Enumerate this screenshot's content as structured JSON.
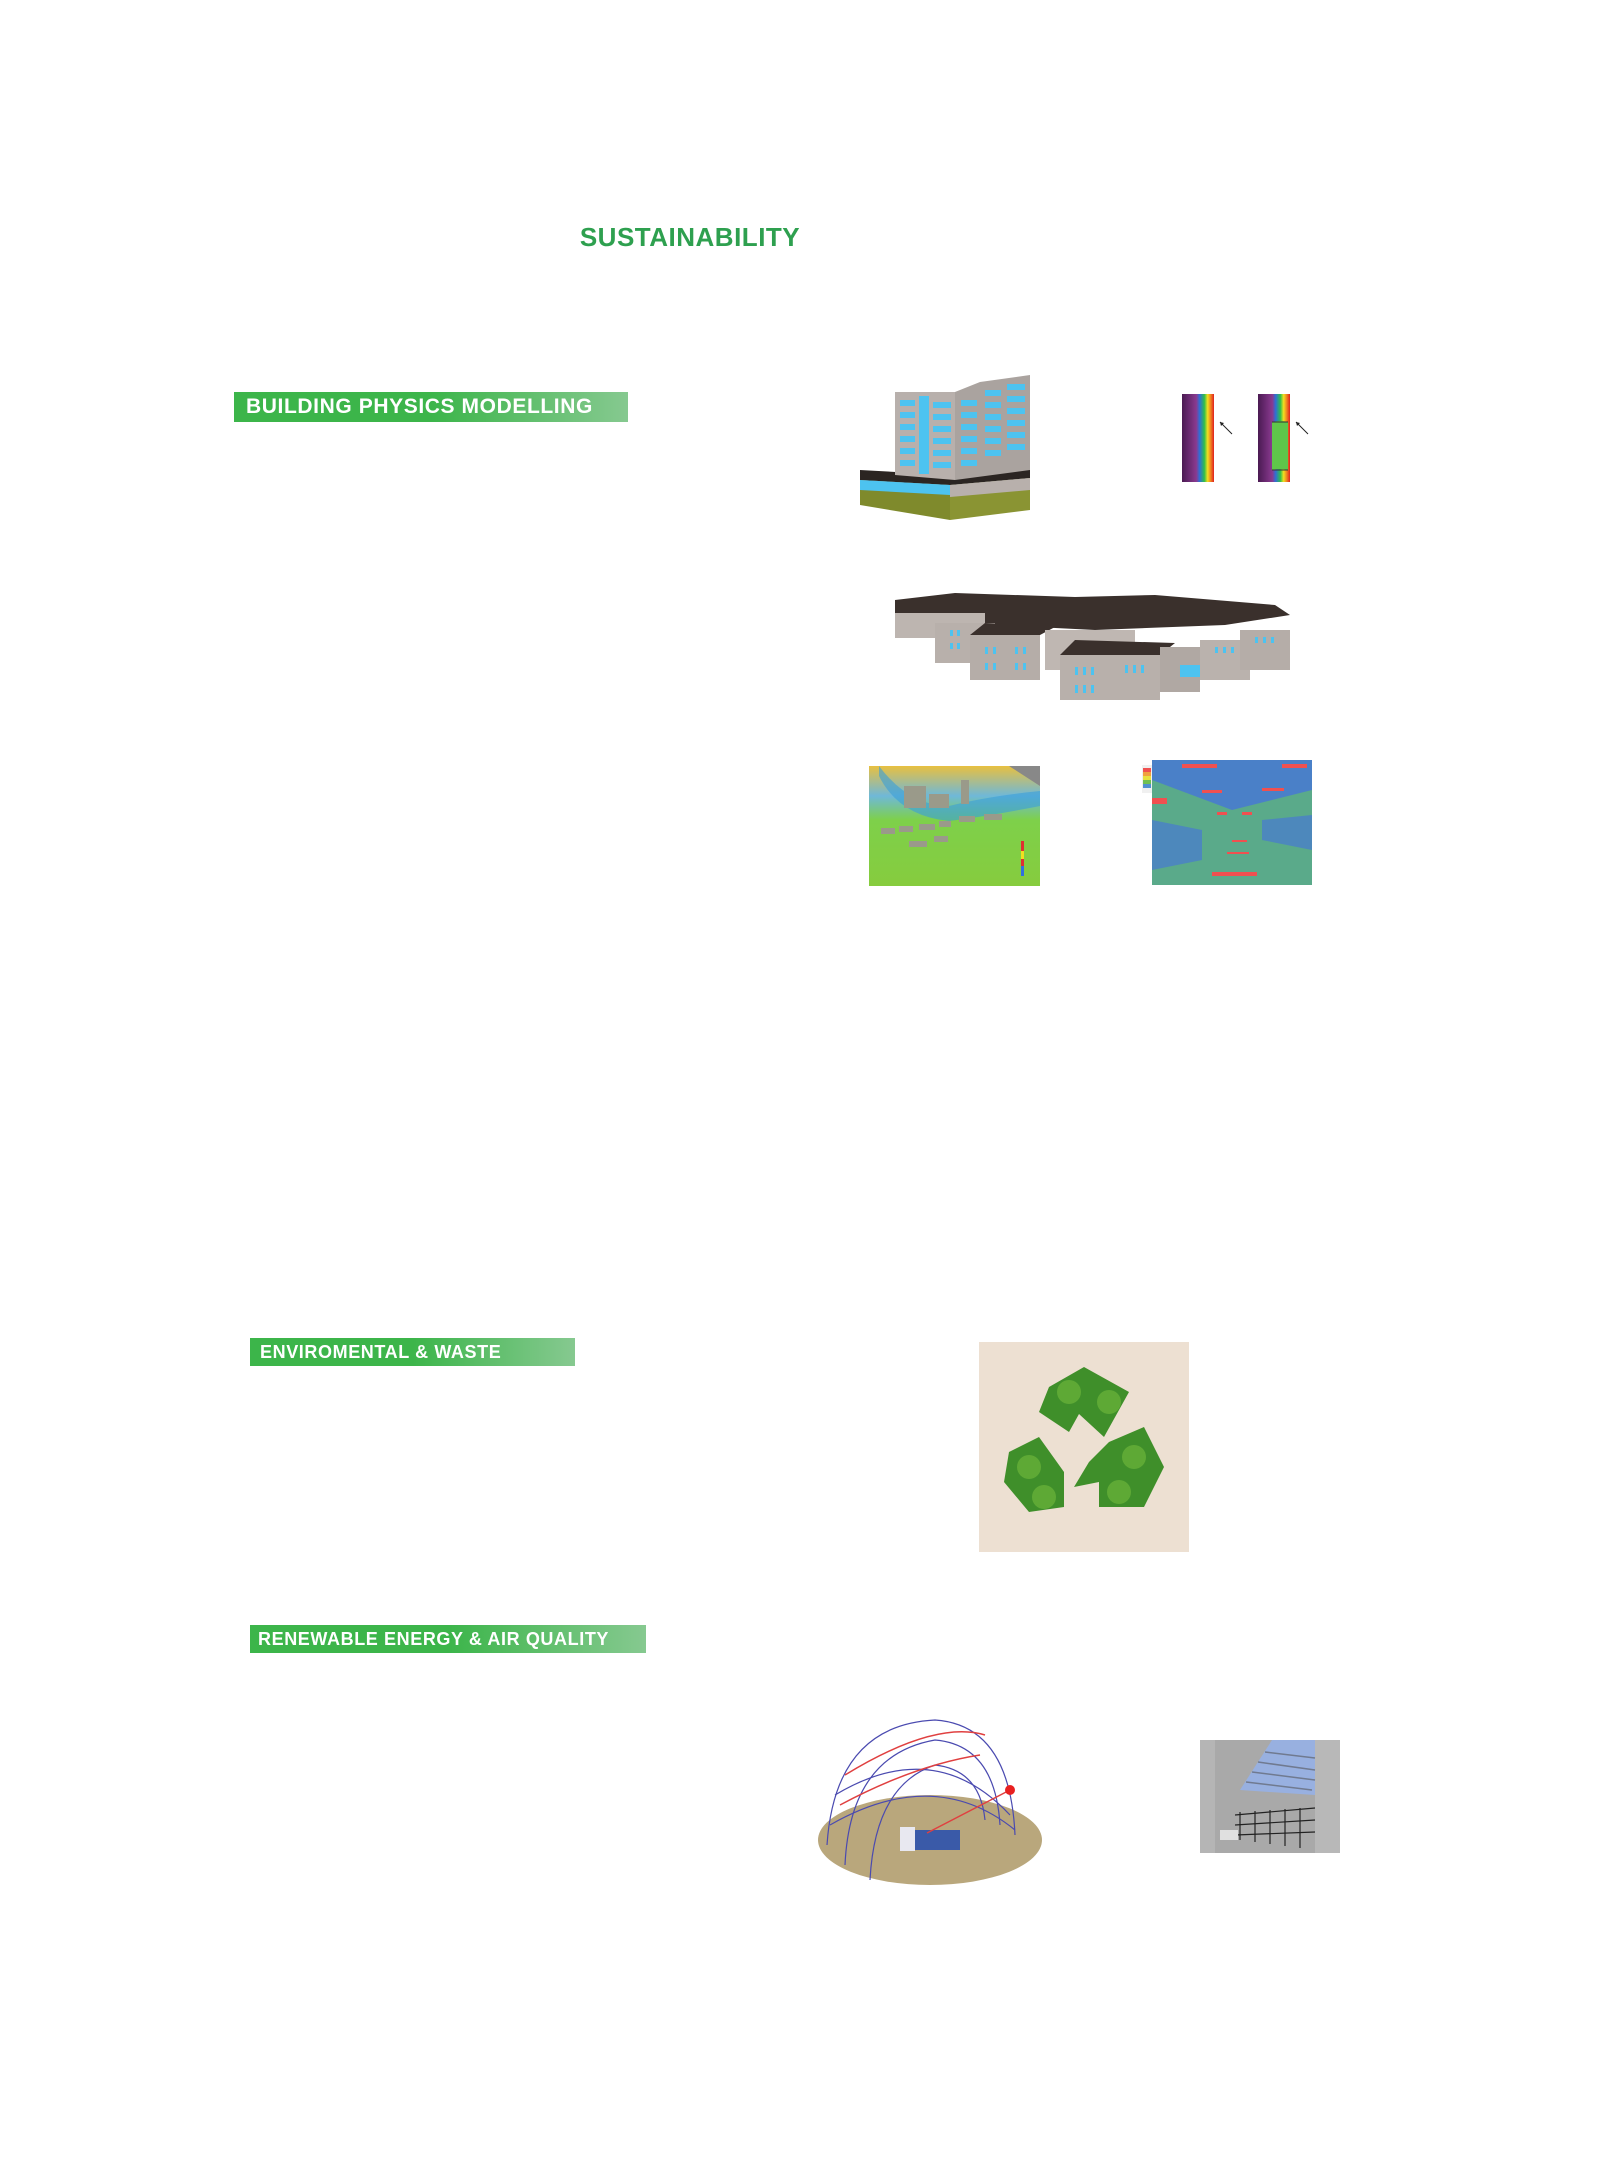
{
  "page": {
    "title": "SUSTAINABILITY",
    "accent_color": "#2ea04f",
    "header_gradient": [
      "#3cb54a",
      "#86c990"
    ]
  },
  "sections": [
    {
      "heading": "BUILDING PHYSICS MODELLING",
      "images": [
        {
          "icon": "building-energy-model-image",
          "alt": "3D energy model of multi-storey building with blue glazing"
        },
        {
          "icon": "thermal-bridge-simulation-image",
          "alt": "Two thermal gradient wall section simulations with arrows"
        },
        {
          "icon": "campus-energy-model-image",
          "alt": "3D energy model of low-rise building complex"
        },
        {
          "icon": "cfd-wind-simulation-image",
          "alt": "CFD wind flow simulation around buildings with colour scale"
        },
        {
          "icon": "daylight-analysis-image",
          "alt": "Interior daylight/luminance false-colour rendering with legend"
        }
      ]
    },
    {
      "heading": "ENVIROMENTAL & WASTE",
      "images": [
        {
          "icon": "recycle-symbol-image",
          "alt": "Recycling symbol made of green foliage on wooden surface"
        }
      ]
    },
    {
      "heading": "RENEWABLE ENERGY & AIR QUALITY",
      "images": [
        {
          "icon": "sun-path-diagram-image",
          "alt": "Sun path dome diagram over site model"
        },
        {
          "icon": "skylight-interior-image",
          "alt": "Grey interior rendering with skylight and railing"
        }
      ]
    }
  ]
}
